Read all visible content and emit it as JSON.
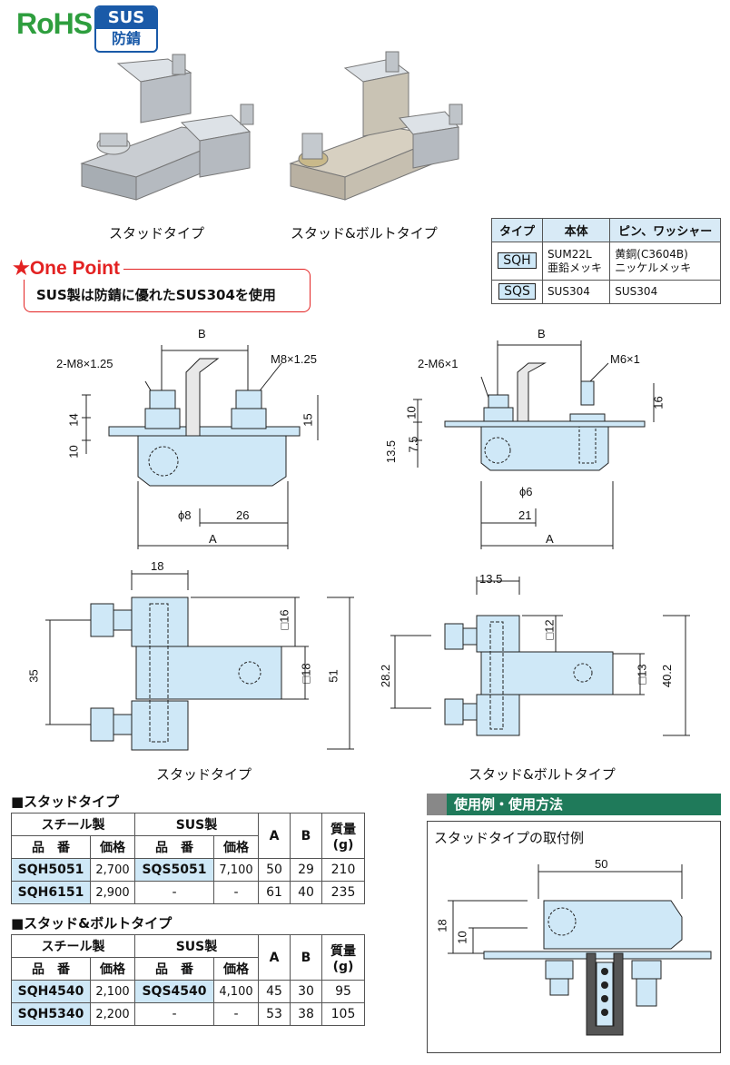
{
  "logos": {
    "rohs": "RoHS",
    "sus_top": "SUS",
    "sus_bottom": "防錆"
  },
  "photos": {
    "stud_label": "スタッドタイプ",
    "stud_bolt_label": "スタッド&ボルトタイプ"
  },
  "material_table": {
    "headers": [
      "タイプ",
      "本体",
      "ピン、ワッシャー"
    ],
    "rows": [
      {
        "type": "SQH",
        "body": [
          "SUM22L",
          "亜鉛メッキ"
        ],
        "pin": [
          "黄銅(C3604B)",
          "ニッケルメッキ"
        ]
      },
      {
        "type": "SQS",
        "body": [
          "SUS304"
        ],
        "pin": [
          "SUS304"
        ]
      }
    ]
  },
  "one_point": {
    "title": "★One Point",
    "text": "SUS製は防錆に優れたSUS304を使用"
  },
  "stud_front": {
    "dims": {
      "b": "B",
      "thread_l": "2-M8×1.25",
      "thread_r": "M8×1.25",
      "h14": "14",
      "h10": "10",
      "h15": "15",
      "phi": "ϕ8",
      "d26": "26",
      "a": "A"
    }
  },
  "bolt_front": {
    "dims": {
      "b": "B",
      "thread_l": "2-M6×1",
      "thread_r": "M6×1",
      "h10": "10",
      "h75": "7.5",
      "h135": "13.5",
      "h16": "16",
      "phi": "ϕ6",
      "d21": "21",
      "a": "A"
    }
  },
  "stud_top": {
    "dims": {
      "w18": "18",
      "sq16": "□16",
      "sq18": "□18",
      "h35": "35",
      "h51": "51"
    },
    "caption": "スタッドタイプ"
  },
  "bolt_top": {
    "dims": {
      "w135": "13.5",
      "sq12": "□12",
      "sq13": "□13",
      "h282": "28.2",
      "h402": "40.2"
    },
    "caption": "スタッド&ボルトタイプ"
  },
  "stud_table": {
    "title": "■スタッドタイプ",
    "group_steel": "スチール製",
    "group_sus": "SUS製",
    "col_code": "品　番",
    "col_price": "価格",
    "col_a": "A",
    "col_b": "B",
    "col_mass": "質量",
    "col_mass_unit": "(g)",
    "rows": [
      {
        "steel_code": "SQH5051",
        "steel_price": "2,700",
        "sus_code": "SQS5051",
        "sus_price": "7,100",
        "a": "50",
        "b": "29",
        "mass": "210"
      },
      {
        "steel_code": "SQH6151",
        "steel_price": "2,900",
        "sus_code": "-",
        "sus_price": "-",
        "a": "61",
        "b": "40",
        "mass": "235"
      }
    ]
  },
  "bolt_table": {
    "title": "■スタッド&ボルトタイプ",
    "group_steel": "スチール製",
    "group_sus": "SUS製",
    "col_code": "品　番",
    "col_price": "価格",
    "col_a": "A",
    "col_b": "B",
    "col_mass": "質量",
    "col_mass_unit": "(g)",
    "rows": [
      {
        "steel_code": "SQH4540",
        "steel_price": "2,100",
        "sus_code": "SQS4540",
        "sus_price": "4,100",
        "a": "45",
        "b": "30",
        "mass": "95"
      },
      {
        "steel_code": "SQH5340",
        "steel_price": "2,200",
        "sus_code": "-",
        "sus_price": "-",
        "a": "53",
        "b": "38",
        "mass": "105"
      }
    ]
  },
  "usage": {
    "title": "使用例・使用方法",
    "subtitle": "スタッドタイプの取付例",
    "dims": {
      "w50": "50",
      "h18": "18",
      "h10": "10"
    }
  },
  "colors": {
    "part_fill": "#cfe8f7",
    "accent_red": "#e32222",
    "accent_green": "#2e9e3e",
    "usage_bar": "#1f7a5a"
  }
}
